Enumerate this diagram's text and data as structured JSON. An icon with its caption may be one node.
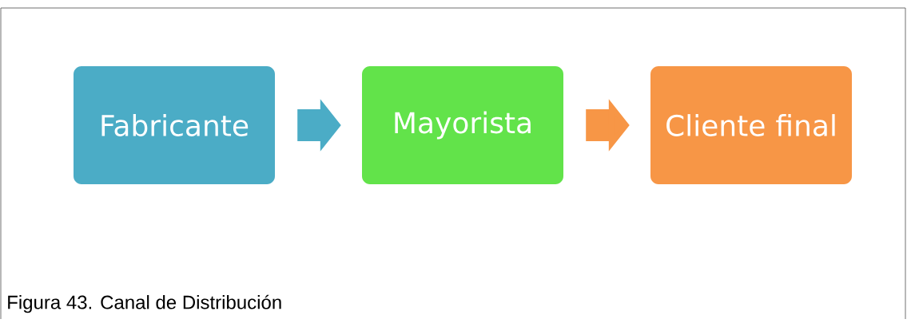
{
  "diagram": {
    "caption": "Figura 43. Canal de Distribución",
    "nodes": [
      {
        "text": [
          "Fabricante"
        ]
      },
      {
        "text": [
          "Mayorista"
        ]
      },
      {
        "text": [
          "Cliente final"
        ]
      }
    ],
    "edges": [
      {
        "from": 0,
        "to": 1,
        "arrow": "to",
        "color": "#4bacc6"
      },
      {
        "from": 1,
        "to": 2,
        "arrow": "to",
        "color": "#f79646"
      }
    ]
  }
}
